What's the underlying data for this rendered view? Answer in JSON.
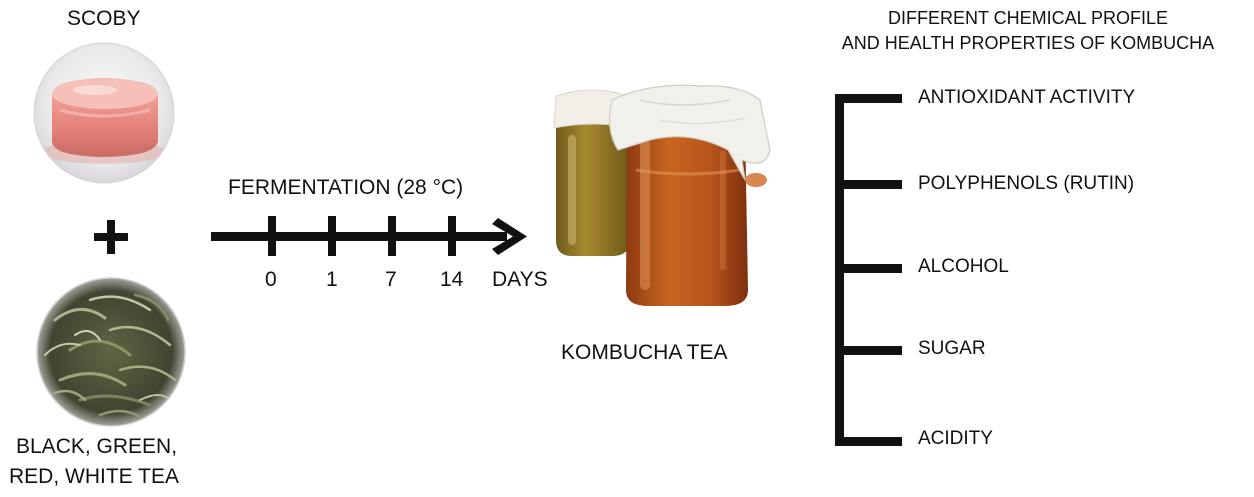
{
  "inputs": {
    "scoby_label": "SCOBY",
    "plus_symbol": "+",
    "tea_label_line1": "BLACK, GREEN,",
    "tea_label_line2": "RED, WHITE TEA"
  },
  "process": {
    "label": "FERMENTATION (28 °C)",
    "timepoints": [
      "0",
      "1",
      "7",
      "14"
    ],
    "unit": "DAYS"
  },
  "product": {
    "label": "KOMBUCHA TEA"
  },
  "outcomes": {
    "title_line1": "DIFFERENT CHEMICAL PROFILE",
    "title_line2": "AND HEALTH PROPERTIES OF KOMBUCHA",
    "items": [
      "ANTIOXIDANT ACTIVITY",
      "POLYPHENOLS (RUTIN)",
      "ALCOHOL",
      "SUGAR",
      "ACIDITY"
    ]
  },
  "colors": {
    "ink": "#111111",
    "scoby": "#e8877f",
    "tea_leaves": "#4b5236",
    "kombucha_amber": "#b8541c",
    "kombucha_green": "#9a7d2a",
    "cloth": "#f2f0ea"
  }
}
